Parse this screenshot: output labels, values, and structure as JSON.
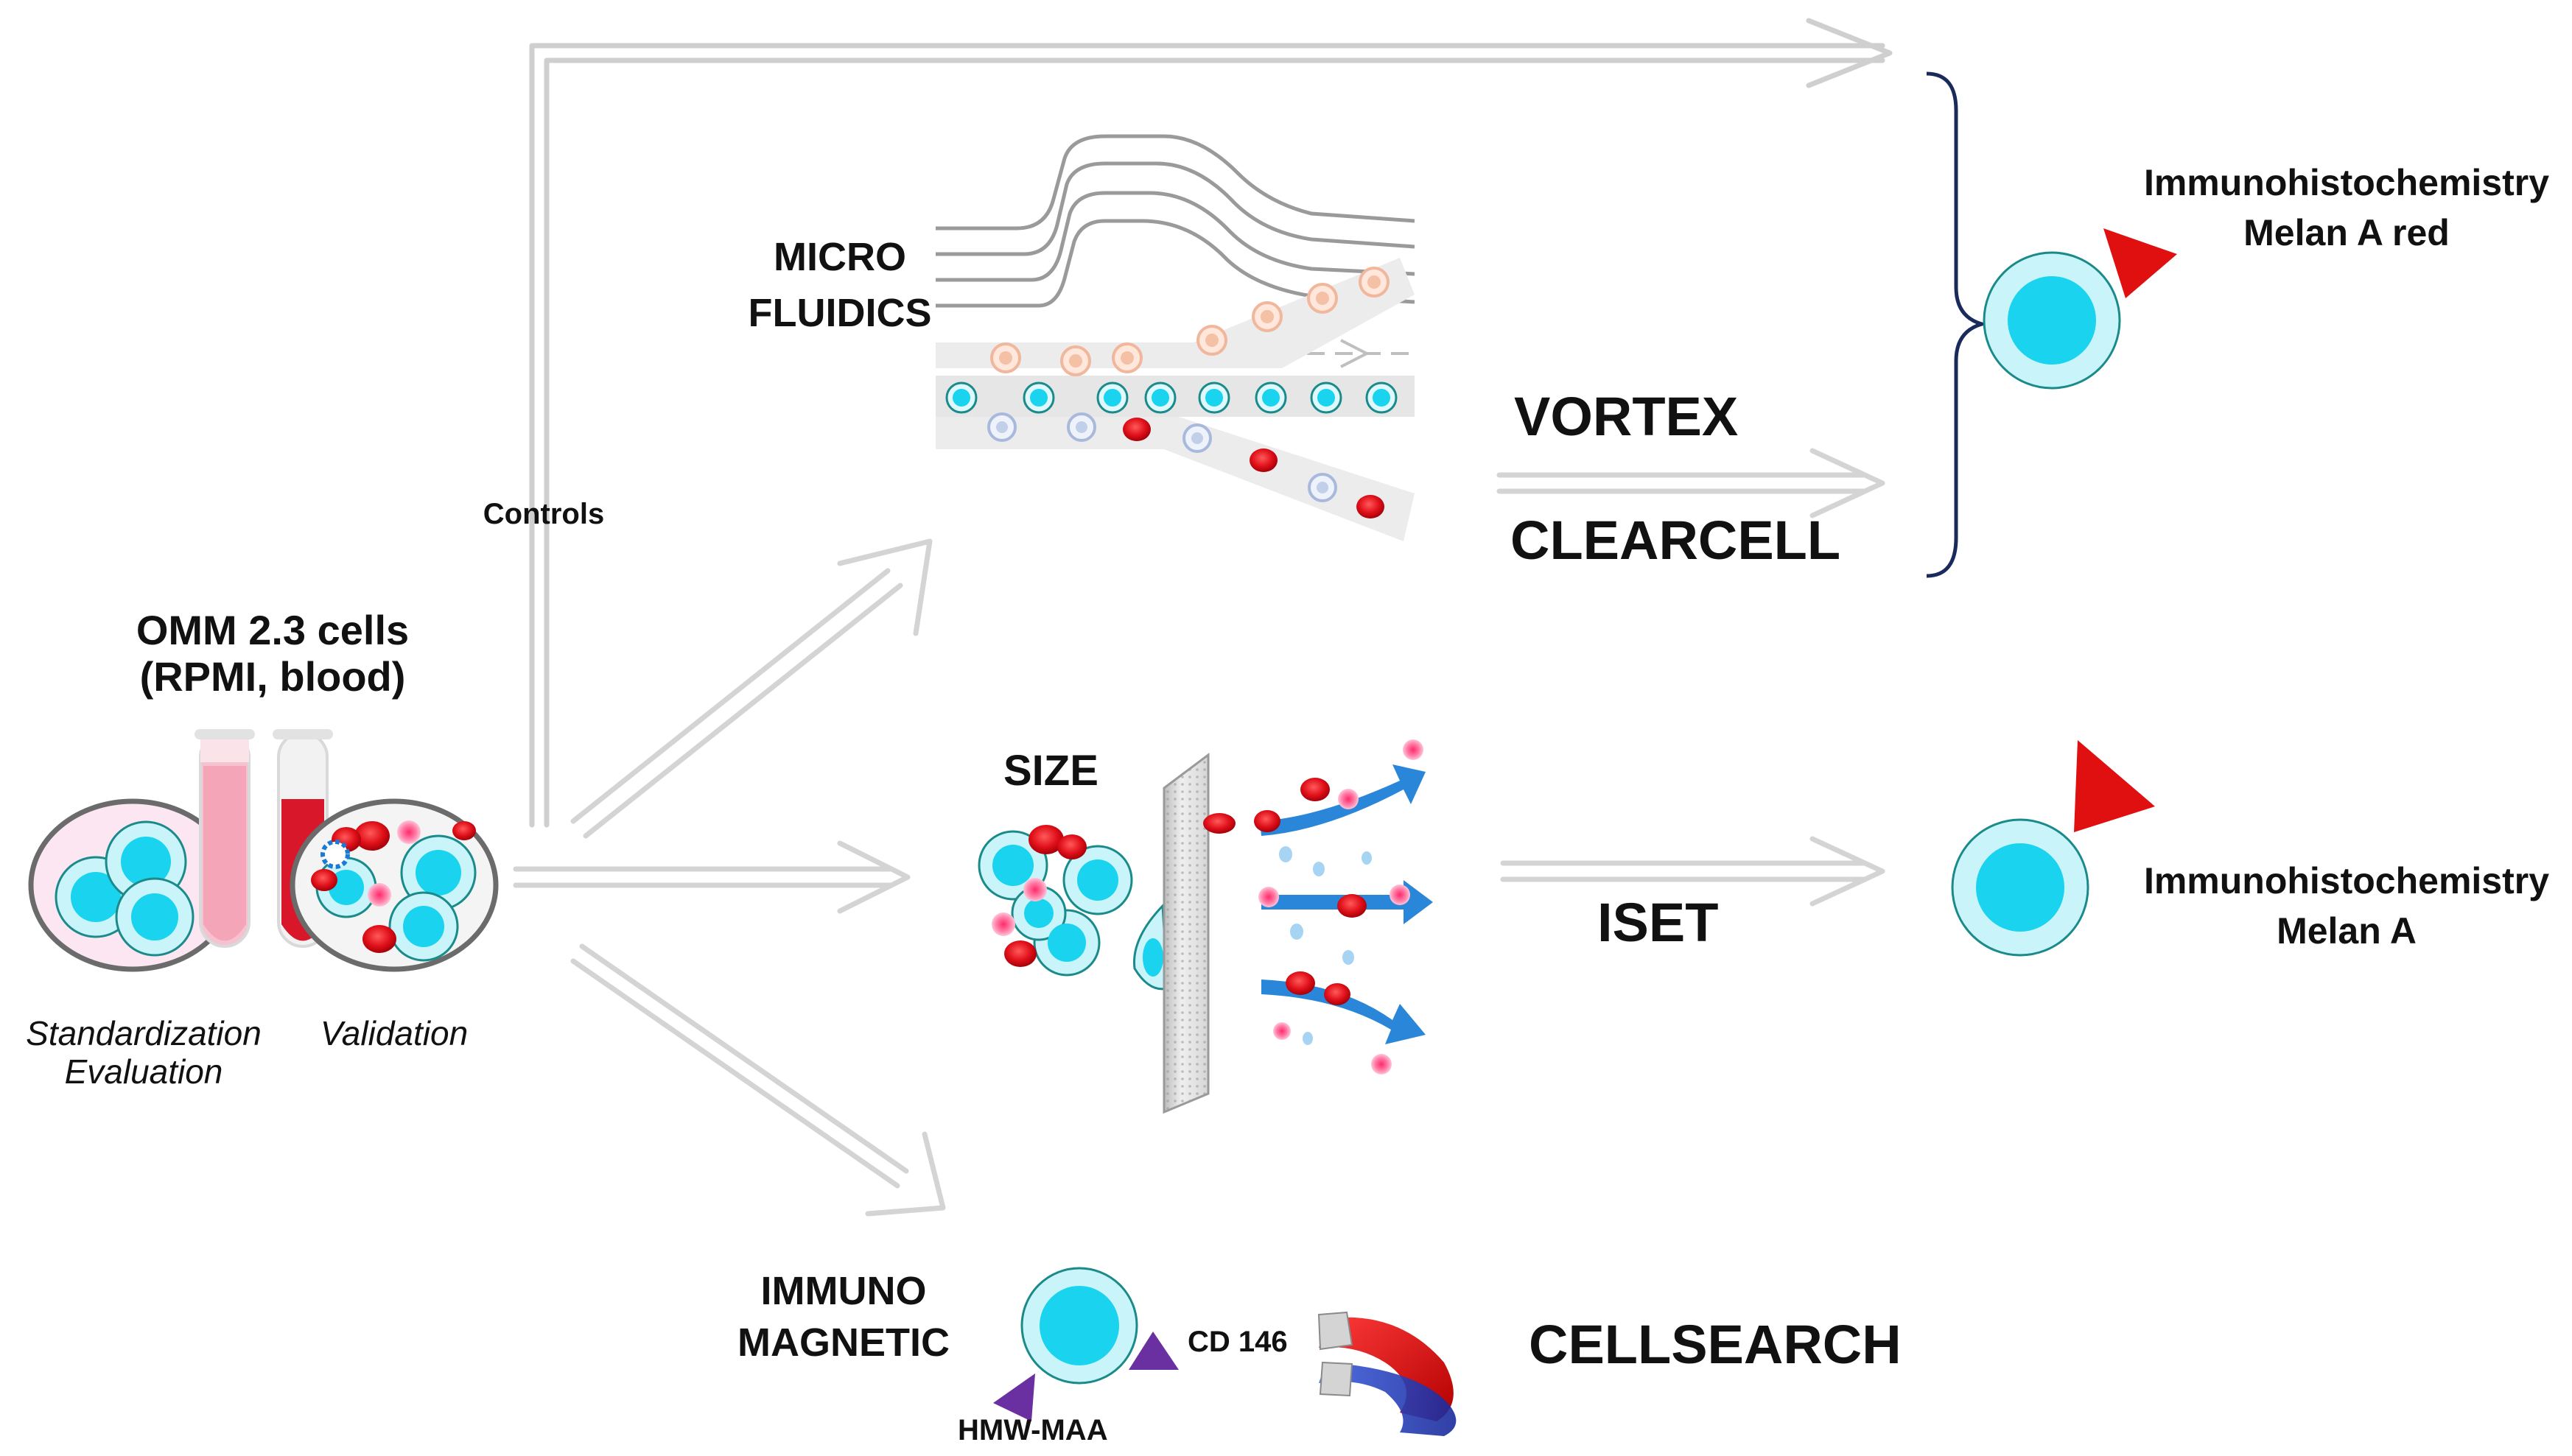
{
  "inputs": {
    "title_line1": "OMM 2.3 cells",
    "title_line2": "(RPMI, blood)",
    "standardization_line1": "Standardization",
    "standardization_line2": "Evaluation",
    "validation": "Validation"
  },
  "controls_label": "Controls",
  "methods": {
    "microfluidics_line1": "MICRO",
    "microfluidics_line2": "FLUIDICS",
    "vortex": "VORTEX",
    "clearcell": "CLEARCELL",
    "size": "SIZE",
    "iset": "ISET",
    "immuno_line1": "IMMUNO",
    "immuno_line2": "MAGNETIC",
    "cellsearch": "CELLSEARCH",
    "cd146": "CD 146",
    "hmw_maa": "HMW-MAA"
  },
  "outputs": {
    "ihc_top_line1": "Immunohistochemistry",
    "ihc_top_line2": "Melan A red",
    "ihc_mid_line1": "Immunohistochemistry",
    "ihc_mid_line2": "Melan A"
  },
  "colors": {
    "cell_cyan": "#19d3ef",
    "cell_halo": "#c9f4f9",
    "rbc_red": "#e0101a",
    "marker_red": "#e01010",
    "marker_purple": "#6a2fa0",
    "arrow_grey": "#cfcfcf",
    "flow_blue": "#2a86d8",
    "tube_pink": "#f4a6b8",
    "tube_blood": "#d8182a"
  }
}
